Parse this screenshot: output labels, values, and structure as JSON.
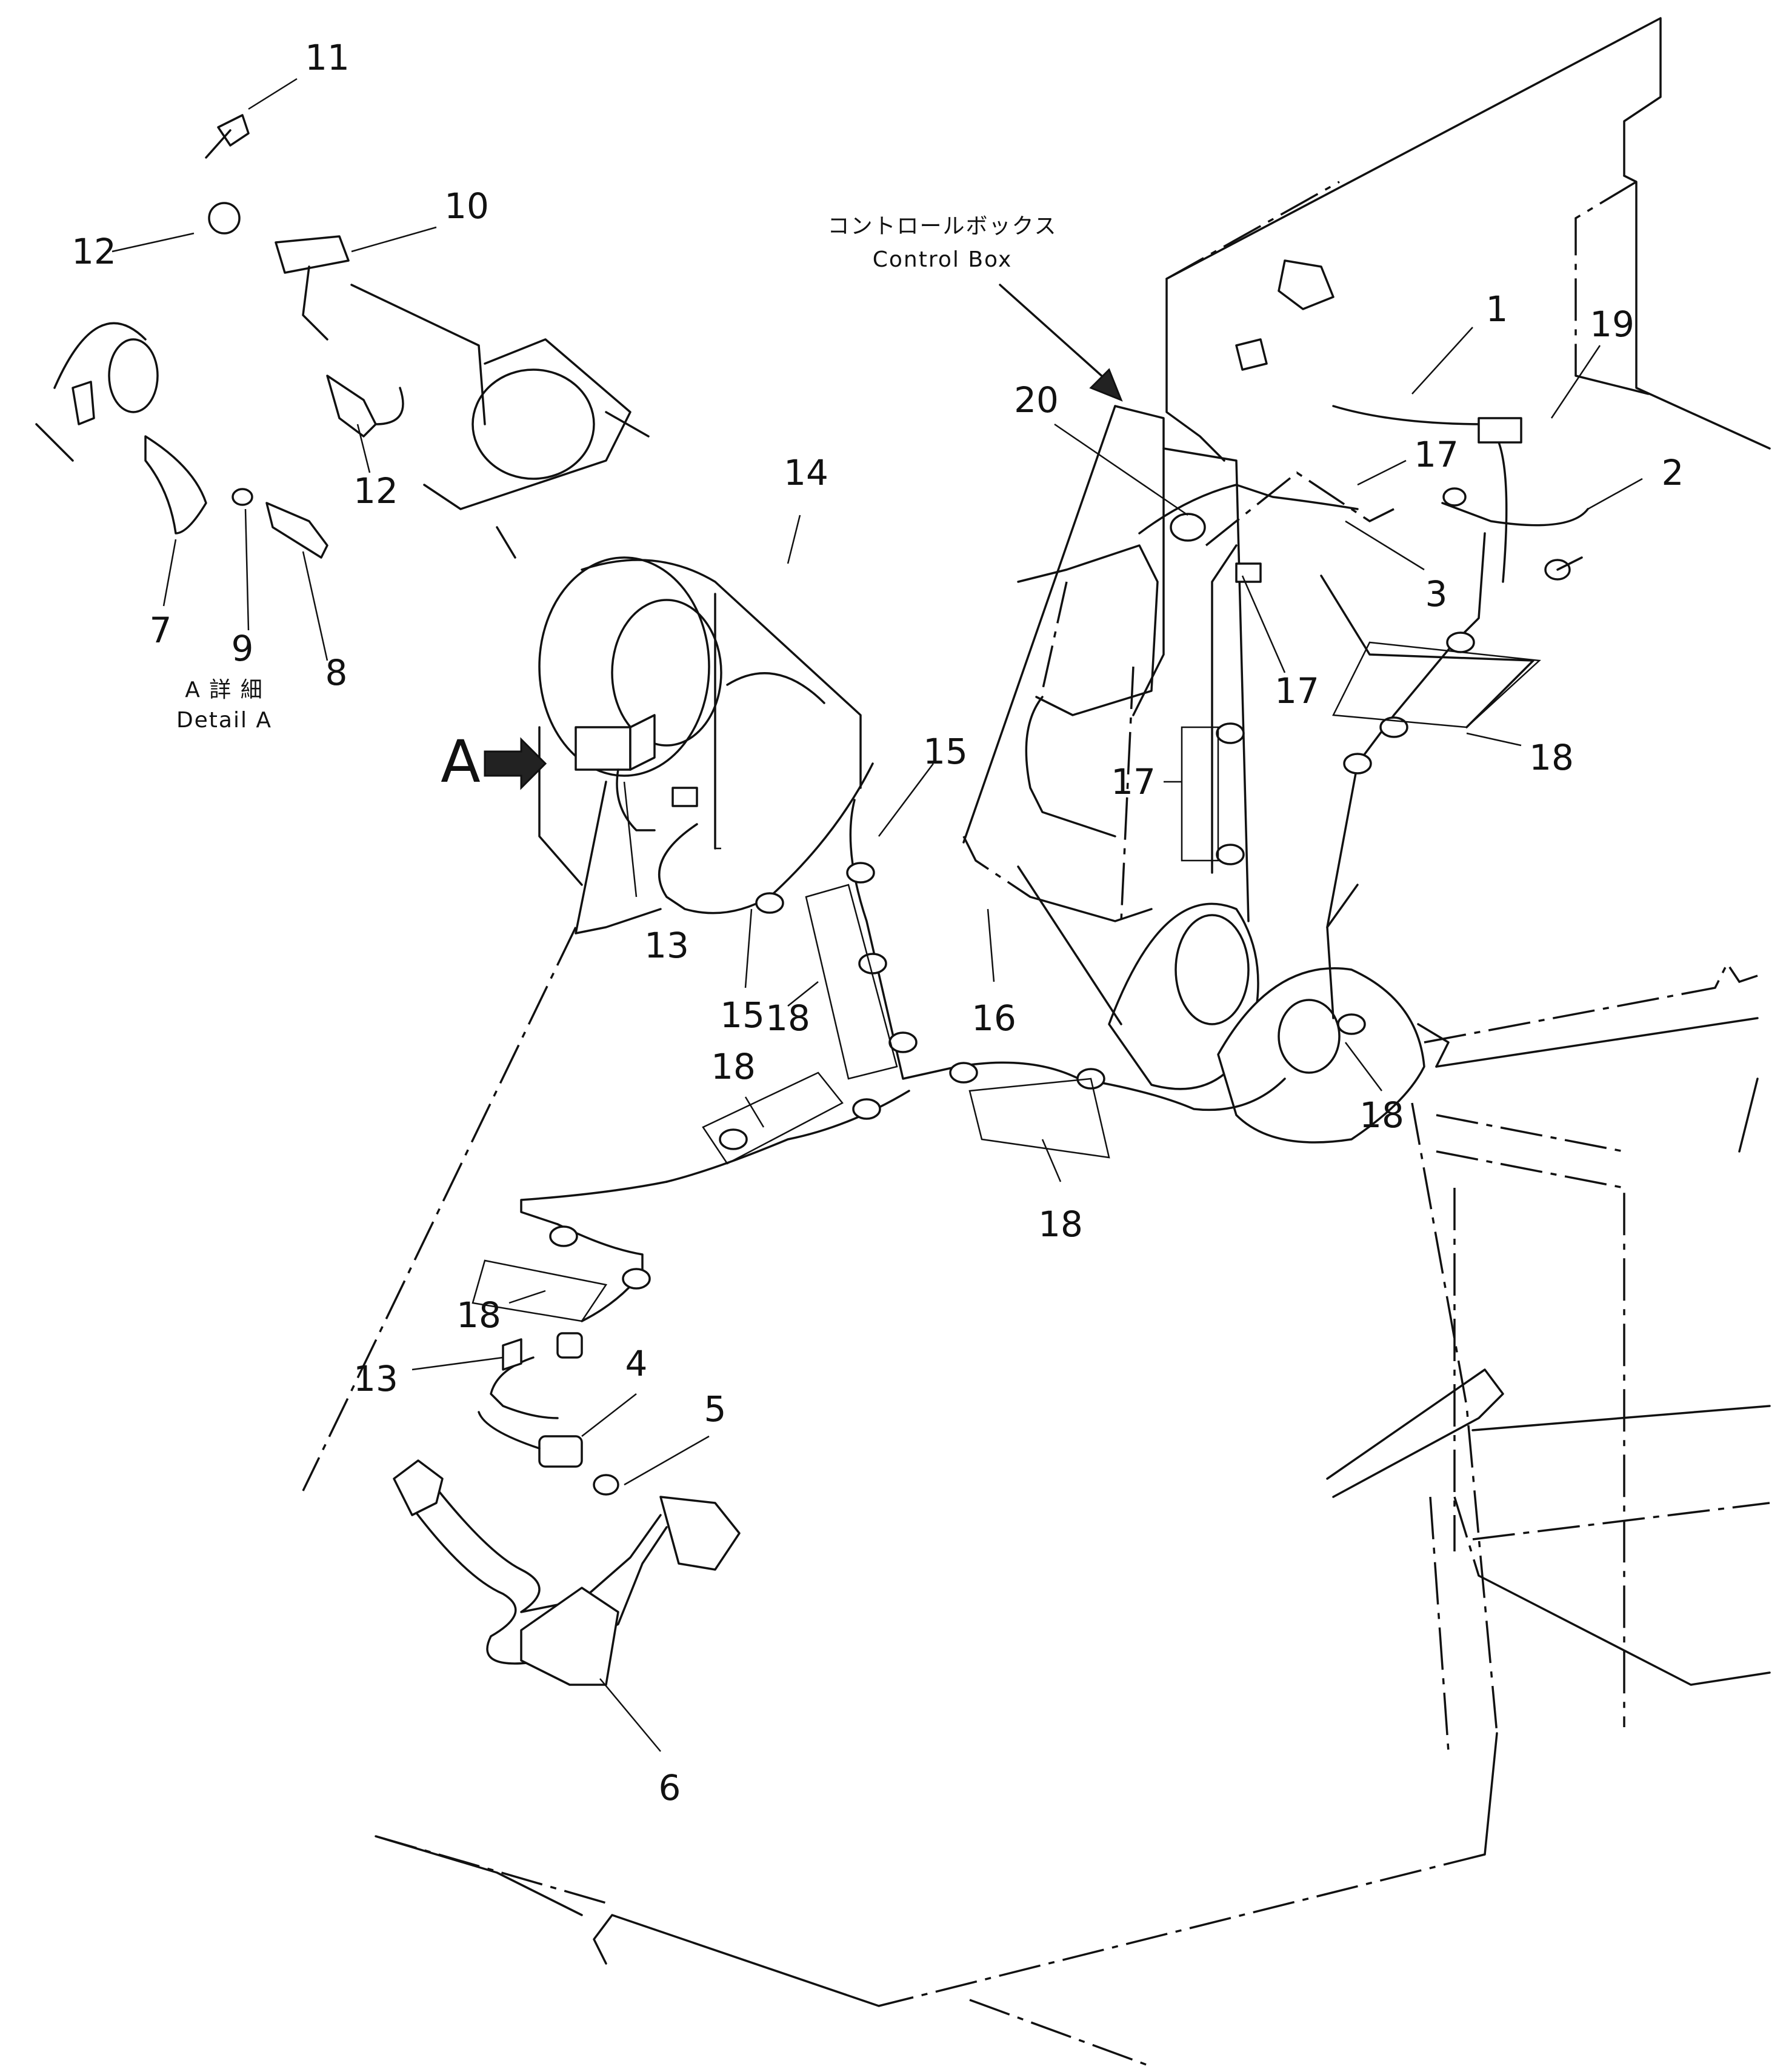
{
  "detail_caption": {
    "jp": "A 詳 細",
    "en": "Detail A"
  },
  "control_box": {
    "jp": "コントロールボックス",
    "en": "Control Box"
  },
  "view_marker": "A",
  "callouts": [
    "11",
    "10",
    "12",
    "12",
    "7",
    "9",
    "8",
    "14",
    "20",
    "1",
    "19",
    "17",
    "2",
    "3",
    "17",
    "17",
    "18",
    "15",
    "13",
    "15",
    "18",
    "16",
    "18",
    "18",
    "18",
    "13",
    "18",
    "4",
    "5",
    "6"
  ]
}
